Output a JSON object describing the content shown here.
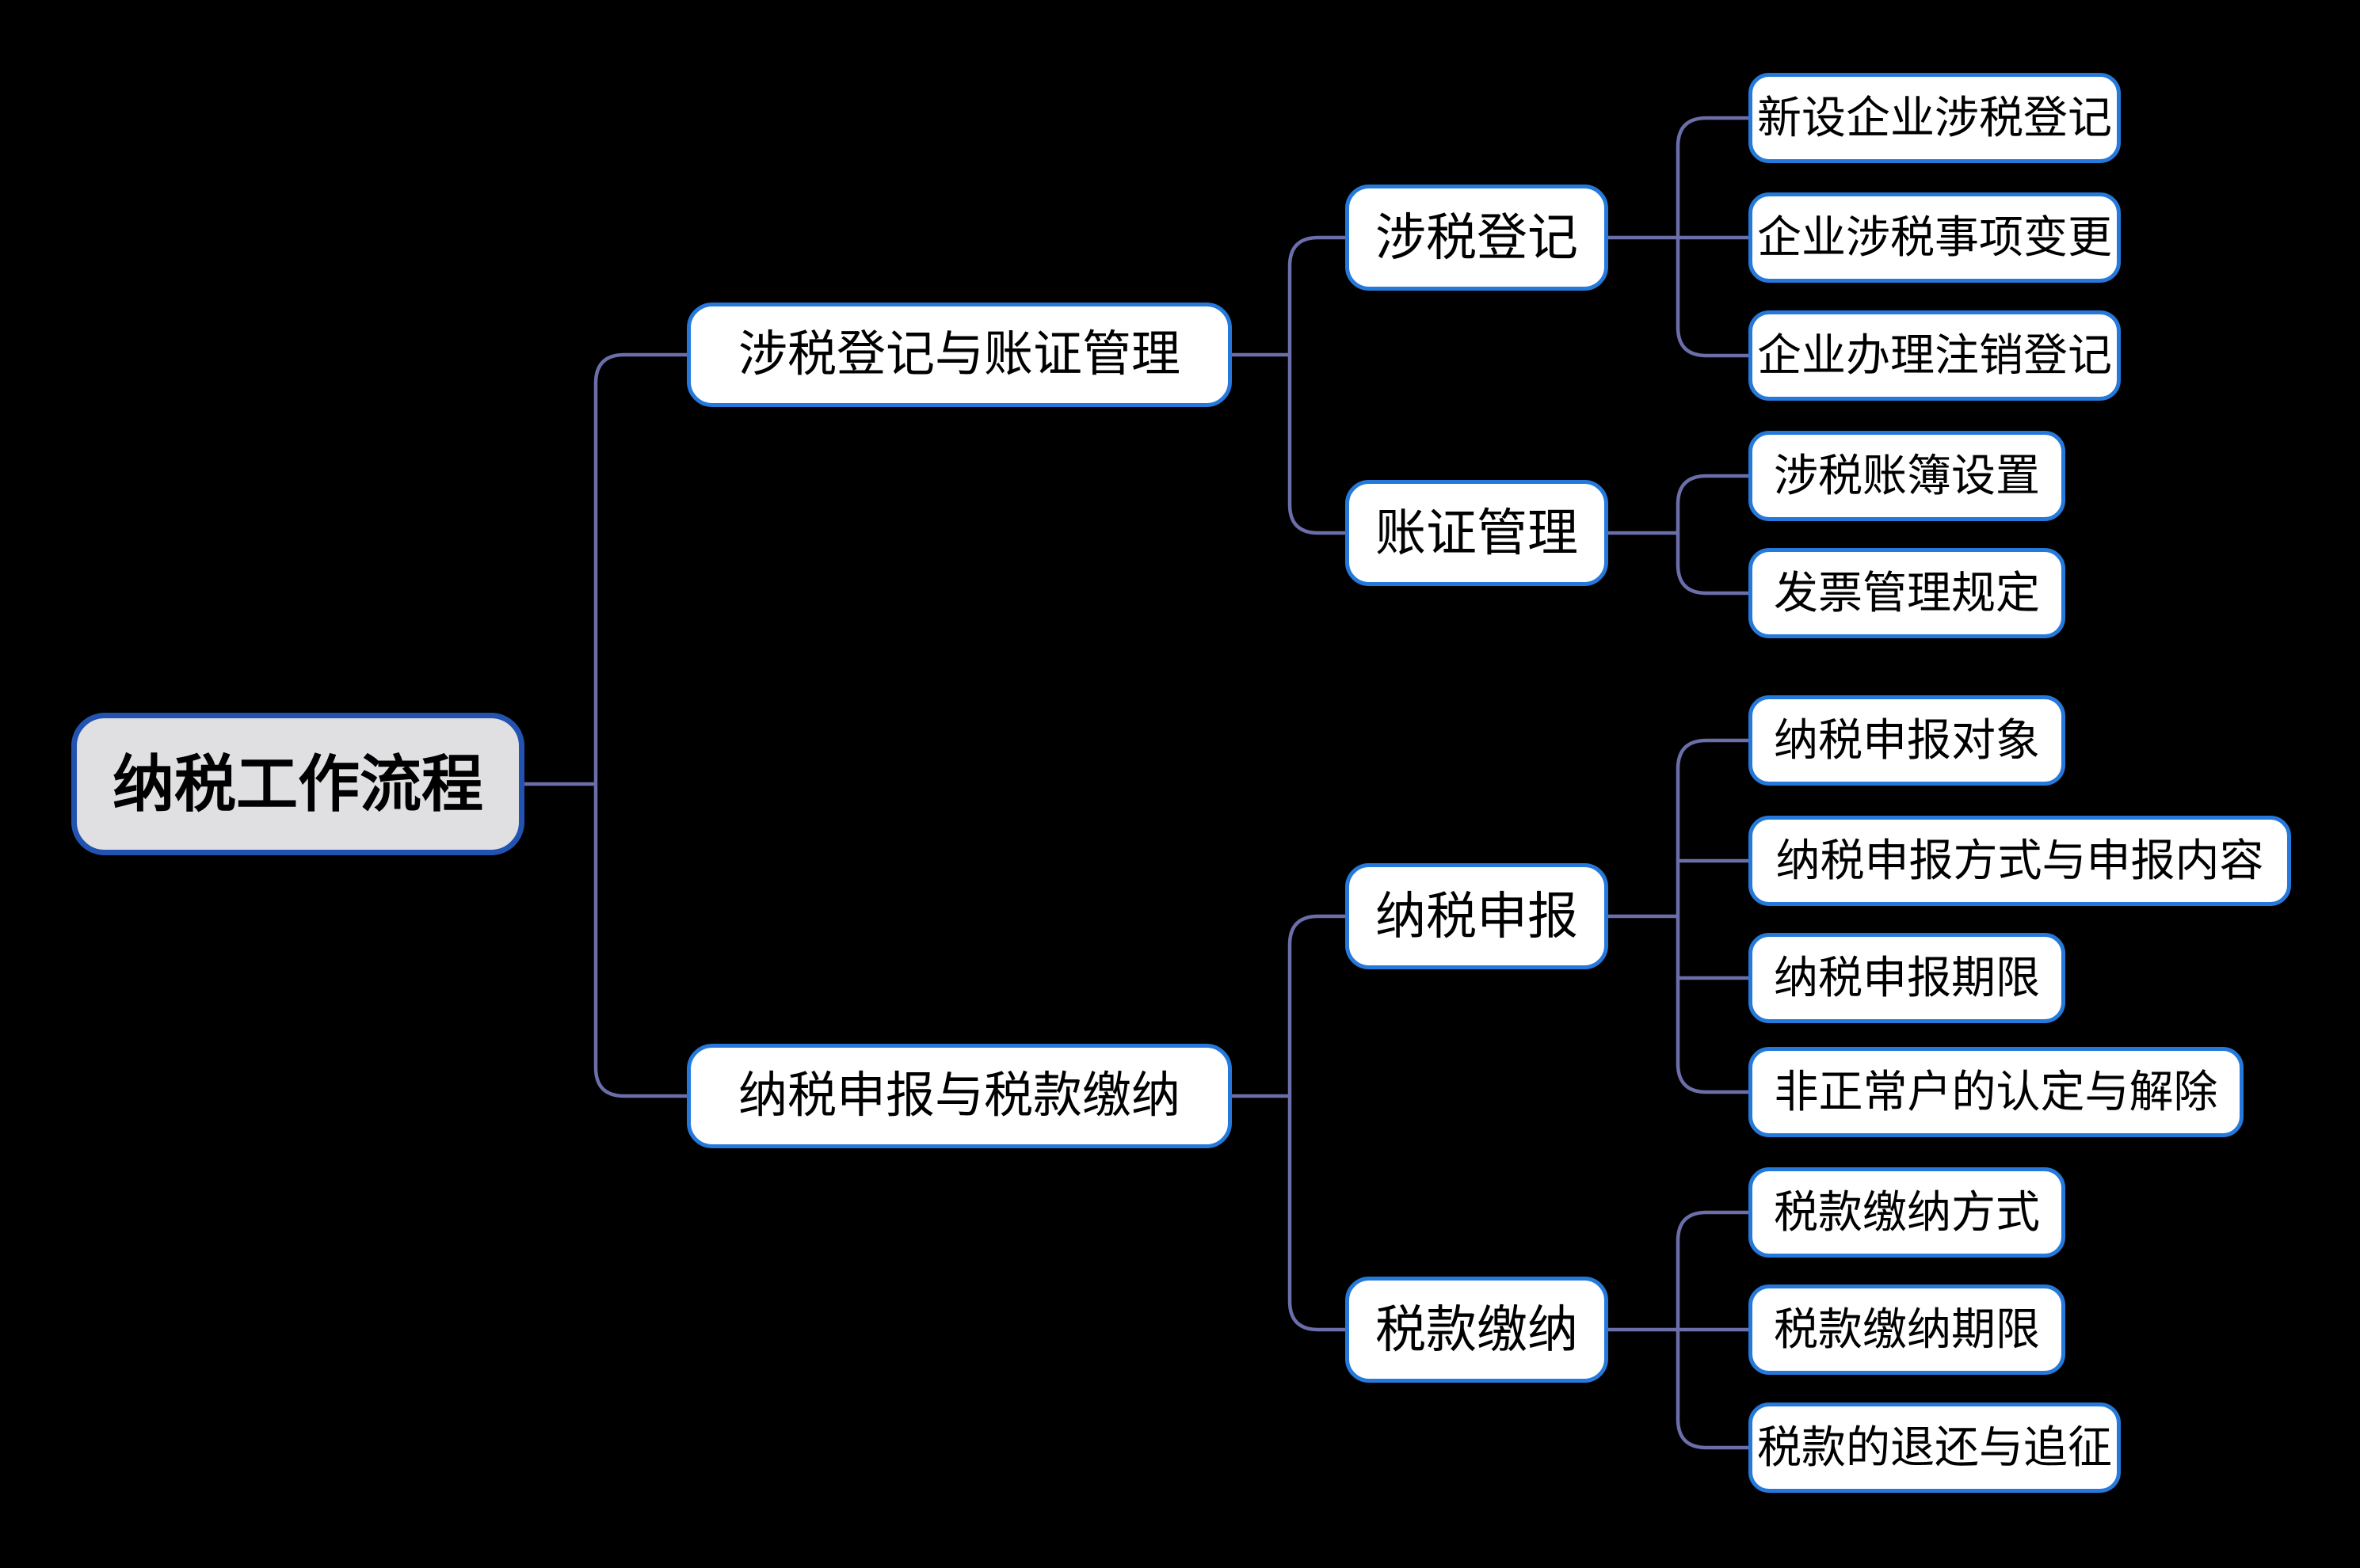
{
  "colors": {
    "background": "#000000",
    "node_fill": "#FFFFFF",
    "node_border": "#2579DB",
    "root_fill": "#E0E0E2",
    "root_border": "#2353B0",
    "connector": "#6C6EA9",
    "text": "#000000"
  },
  "tree": {
    "root": {
      "label": "纳税工作流程"
    },
    "branches": [
      {
        "label": "涉税登记与账证管理",
        "children": [
          {
            "label": "涉税登记",
            "children": [
              {
                "label": "新设企业涉税登记"
              },
              {
                "label": "企业涉税事项变更"
              },
              {
                "label": "企业办理注销登记"
              }
            ]
          },
          {
            "label": "账证管理",
            "children": [
              {
                "label": "涉税账簿设置"
              },
              {
                "label": "发票管理规定"
              }
            ]
          }
        ]
      },
      {
        "label": "纳税申报与税款缴纳",
        "children": [
          {
            "label": "纳税申报",
            "children": [
              {
                "label": "纳税申报对象"
              },
              {
                "label": "纳税申报方式与申报内容"
              },
              {
                "label": "纳税申报期限"
              },
              {
                "label": "非正常户的认定与解除"
              }
            ]
          },
          {
            "label": "税款缴纳",
            "children": [
              {
                "label": "税款缴纳方式"
              },
              {
                "label": "税款缴纳期限"
              },
              {
                "label": "税款的退还与追征"
              }
            ]
          }
        ]
      }
    ]
  }
}
